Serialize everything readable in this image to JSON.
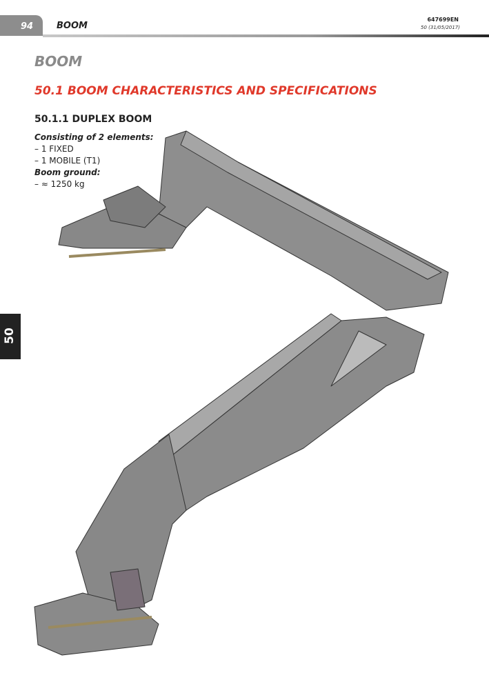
{
  "header": {
    "page_number": "94",
    "title": "BOOM",
    "doc_number": "647699EN",
    "revision": "50 (31/05/2017)"
  },
  "chapter_title": "BOOM",
  "section_title": "50.1   BOOM CHARACTERISTICS AND SPECIFICATIONS",
  "subsection_title": "50.1.1    DUPLEX BOOM",
  "content": {
    "elements_heading": "Consisting of 2 elements:",
    "elements": [
      "–   1 FIXED",
      "–   1 MOBILE (T1)"
    ],
    "weight_heading": "Boom ground:",
    "weight": "–   ≈ 1250 kg"
  },
  "side_tab": "50",
  "colors": {
    "accent": "#e0392b",
    "gray": "#8a8a8a"
  }
}
